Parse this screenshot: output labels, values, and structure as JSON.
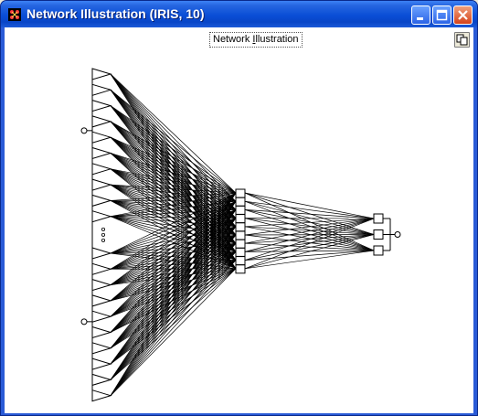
{
  "window": {
    "title": "Network Illustration (IRIS, 10)"
  },
  "diagram": {
    "title_prefix": "Network ",
    "title_mnemonic": "I",
    "title_suffix": "llustration",
    "network": {
      "input_nodes_upper": 10,
      "input_nodes_lower": 10,
      "hidden_nodes": 10,
      "output_nodes": 3,
      "ellipsis": "⋮"
    }
  },
  "icons": {
    "app": "app-logo-icon",
    "minimize": "minimize-icon",
    "maximize": "maximize-icon",
    "close": "close-icon",
    "copy": "copy-icon"
  },
  "colors": {
    "titlebar": "#0a4ed6",
    "close_button": "#d5431b",
    "canvas": "#ffffff",
    "lines": "#000000"
  }
}
